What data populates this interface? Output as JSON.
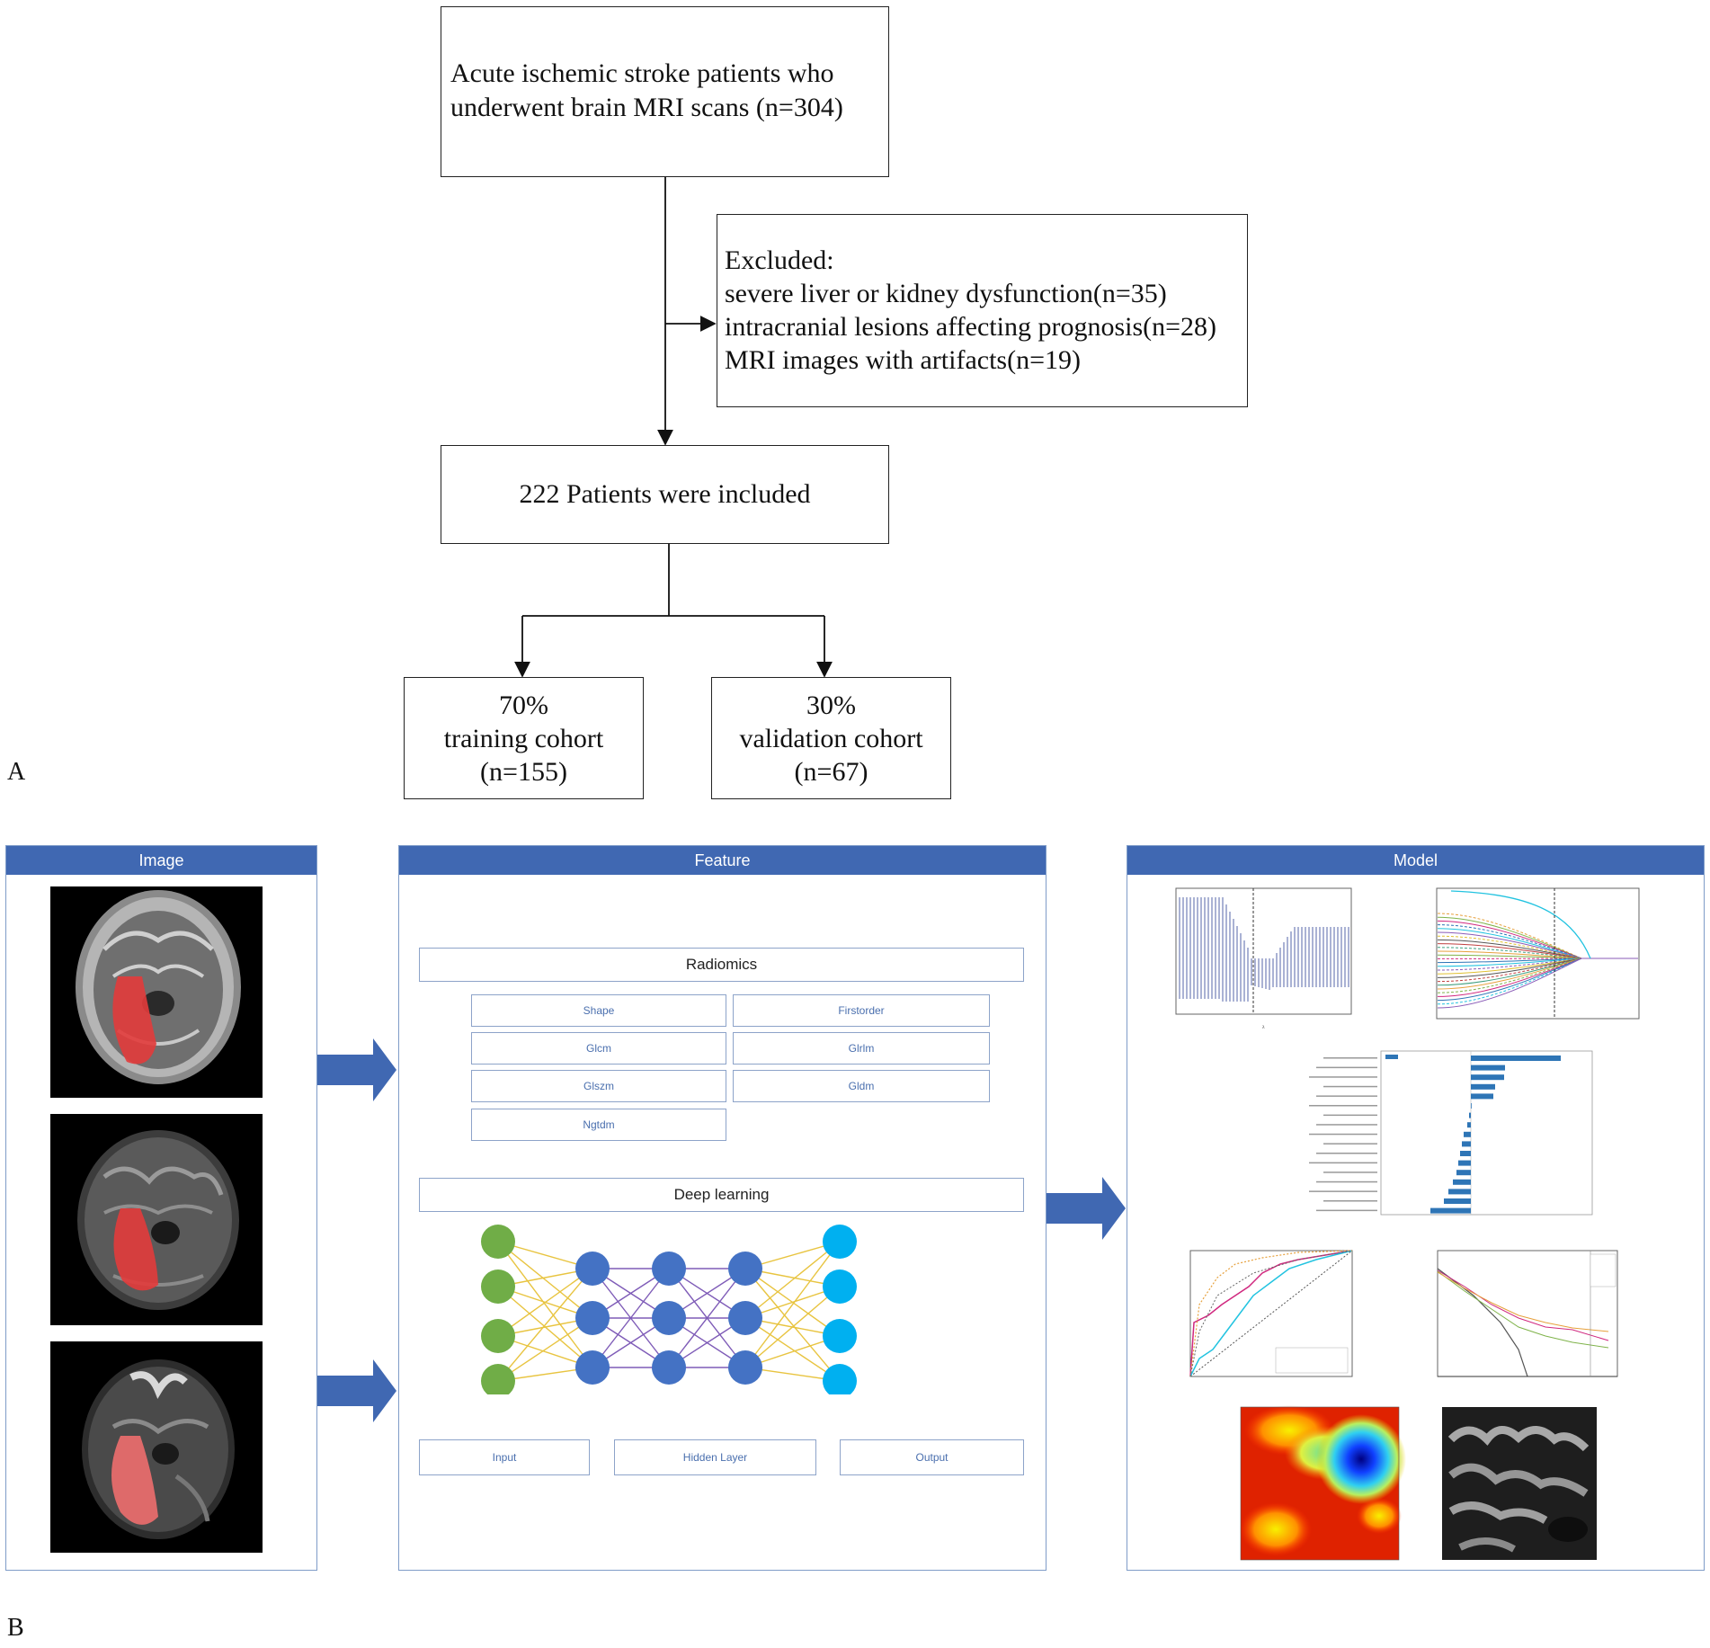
{
  "panel_a": {
    "label": "A",
    "box_start": {
      "line1": "Acute ischemic stroke patients who",
      "line2": "underwent brain MRI scans  (n=304)"
    },
    "box_excluded": {
      "title": "Excluded:",
      "items": [
        "severe liver or kidney dysfunction(n=35)",
        "intracranial lesions affecting prognosis(n=28)",
        "MRI images with artifacts(n=19)"
      ]
    },
    "box_included": "222 Patients were included",
    "box_training": {
      "pct": "70%",
      "name": "training cohort",
      "n": "(n=155)"
    },
    "box_validation": {
      "pct": "30%",
      "name": "validation cohort",
      "n": "(n=67)"
    }
  },
  "panel_b": {
    "label": "B",
    "image_panel": {
      "title": "Image"
    },
    "feature_panel": {
      "title": "Feature",
      "radiomics": "Radiomics",
      "features": [
        "Shape",
        "Firstorder",
        "Glcm",
        "Glrlm",
        "Glszm",
        "Gldm",
        "Ngtdm"
      ],
      "deep_learning": "Deep learning",
      "layers": [
        "Input",
        "Hidden Layer",
        "Output"
      ]
    },
    "model_panel": {
      "title": "Model"
    },
    "colors": {
      "header": "#4068b2",
      "arrow": "#4068b2",
      "input_node": "#70ad47",
      "hidden_node": "#4472c4",
      "output_node": "#00b0f0",
      "input_edges": "#e8c440",
      "hidden_edges": "#7e5bb7",
      "lesion": "#e23b3b",
      "bar": "#2e75b6"
    }
  }
}
